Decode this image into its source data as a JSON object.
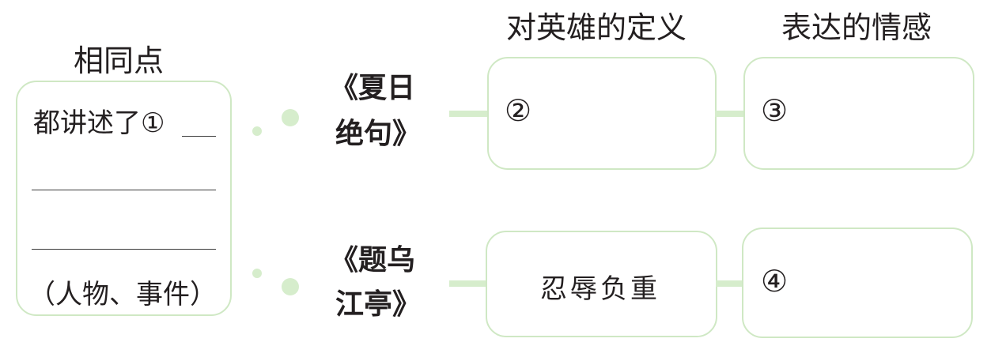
{
  "headers": {
    "common": "相同点",
    "definition": "对英雄的定义",
    "emotion": "表达的情感"
  },
  "common_box": {
    "line1": "都讲述了①",
    "line4": "（人物、事件）"
  },
  "works": [
    {
      "line1": "《夏日",
      "line2": "绝句》"
    },
    {
      "line1": "《题乌",
      "line2": "江亭》"
    }
  ],
  "cells": {
    "definition_1": "②",
    "emotion_1": "③",
    "definition_2": "忍辱负重",
    "emotion_2": "④"
  },
  "colors": {
    "box_border": "#cfe8c4",
    "connector": "#d6edcc",
    "text": "#231f20"
  }
}
